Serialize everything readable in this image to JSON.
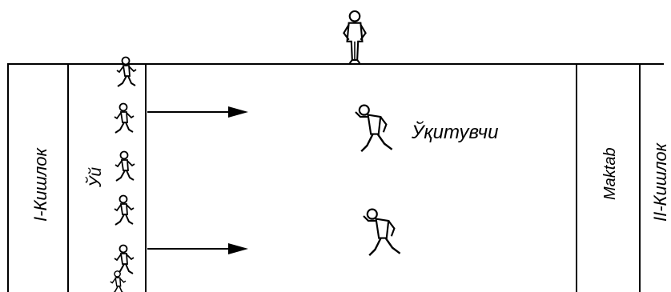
{
  "labels": {
    "village_1": "I-Кишлок",
    "home": "Ўй",
    "teacher": "Ўқитувчи",
    "school": "Maktab",
    "village_2": "II-Кишлок"
  },
  "colors": {
    "ink": "#000000",
    "background": "#ffffff"
  },
  "icons": {
    "observer": "standing-person-icon",
    "walker": "walking-person-icon",
    "runner": "running-person-icon",
    "arrow": "arrow-right-icon"
  }
}
